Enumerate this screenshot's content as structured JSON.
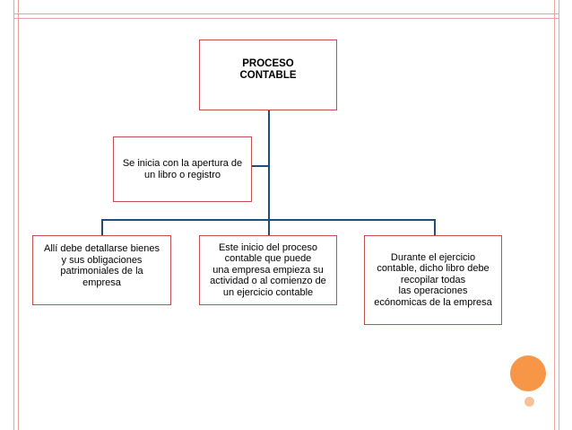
{
  "diagram": {
    "root": {
      "label": "PROCESO\nCONTABLE"
    },
    "assistant": {
      "label": "Se inicia con la apertura de\nun libro o registro"
    },
    "children": [
      {
        "label": "Allí debe detallarse bienes\ny sus obligaciones\npatrimoniales de la\nempresa"
      },
      {
        "label": "Este inicio del proceso\ncontable que puede\nuna empresa empieza su\nactividad o al comienzo de\nun ejercicio contable"
      },
      {
        "label": "Durante el ejercicio\ncontable, dicho libro debe\nrecopilar todas\nlas operaciones\necónomicas de la empresa"
      }
    ]
  },
  "decoration": {
    "frame_line_color": "#e9a2a0",
    "box_border_color": "#c0504d",
    "connector_color": "#1f4e79",
    "circle_colors": [
      "#f79646",
      "#f8c29a"
    ]
  }
}
